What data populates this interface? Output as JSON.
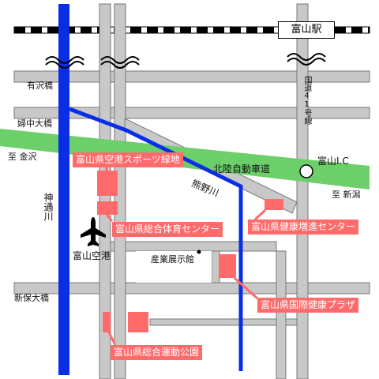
{
  "station": {
    "name": "富山駅"
  },
  "bridges": {
    "arisawa": "有沢橋",
    "funaka": "婦中大橋",
    "shinbo": "新保大橋"
  },
  "rivers": {
    "jinzu": "神通川",
    "kumano": "熊野川"
  },
  "roads": {
    "route41": "国道41号線",
    "expressway": "北陸自動車道"
  },
  "interchange": {
    "name": "富山I.C"
  },
  "directions": {
    "to_kanazawa": "至 金沢",
    "to_niigata": "至 新潟"
  },
  "airport": {
    "name": "富山空港"
  },
  "landmarks": {
    "exhibition_hall": "産業展示館"
  },
  "facilities": {
    "airport_sports_green": "富山県空港スポーツ緑地",
    "general_gym_center": "富山県総合体育センター",
    "health_promotion_center": "富山県健康増進センター",
    "international_health_plaza": "富山県国際健康プラザ",
    "general_sports_park": "富山県総合運動公園"
  },
  "colors": {
    "road": "#c8c8c8",
    "river": "#0a2ee6",
    "expressway": "#6ccf6a",
    "facility": "#ff6b6b",
    "railway": "#000000"
  }
}
